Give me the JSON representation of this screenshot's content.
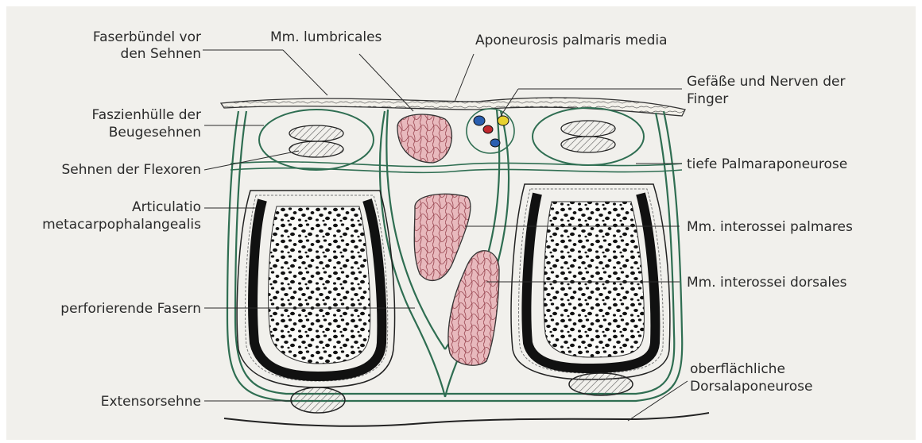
{
  "labels": {
    "faserbuendel_l1": "Faserbündel vor",
    "faserbuendel_l2": "den Sehnen",
    "lumbricales": "Mm. lumbricales",
    "aponeurosis": "Aponeurosis palmaris media",
    "gefaesse_l1": "Gefäße und Nerven der",
    "gefaesse_l2": "Finger",
    "faszienhuelle_l1": "Faszienhülle der",
    "faszienhuelle_l2": "Beugesehnen",
    "sehnen_flexoren": "Sehnen der Flexoren",
    "tiefe_palmar": "tiefe Palmaraponeurose",
    "articulatio_l1": "Articulatio",
    "articulatio_l2": "metacarpophalangealis",
    "interossei_palmares": "Mm. interossei palmares",
    "interossei_dorsales": "Mm. interossei dorsales",
    "perforierende": "perforierende Fasern",
    "oberflaechliche_l1": "oberflächliche",
    "oberflaechliche_l2": "Dorsalaponeurose",
    "extensorsehne": "Extensorsehne"
  },
  "colors": {
    "fascia_green": "#2f6e52",
    "muscle_pink": "#e8b9bd",
    "bone_black": "#111111",
    "vessel_blue": "#2a5fb0",
    "vessel_red": "#c0282e",
    "nerve_yellow": "#e8d230",
    "background": "#f1f0ec"
  }
}
